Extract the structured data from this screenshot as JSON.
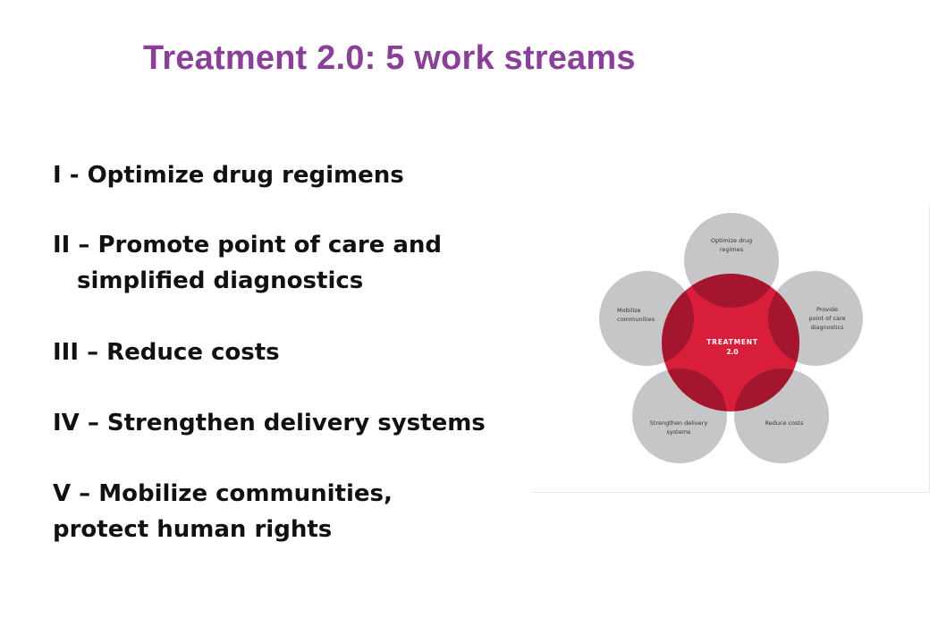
{
  "slide": {
    "title": "Treatment 2.0: 5 work streams",
    "items": [
      {
        "label": "I - Optimize drug regimens"
      },
      {
        "label": "II – Promote point of care and",
        "continuation": "simplified diagnostics"
      },
      {
        "label": "III – Reduce costs"
      },
      {
        "label": "IV – Strengthen delivery systems"
      },
      {
        "label": "V – Mobilize communities,",
        "continuation": "protect human rights"
      }
    ]
  },
  "diagram": {
    "center": {
      "line1": "TREATMENT",
      "line2": "2.0"
    },
    "petals": {
      "top": {
        "line1": "Optimize drug",
        "line2": "regimes"
      },
      "right": {
        "line1": "Provide",
        "line2": "point of care",
        "line3": "diagnostics"
      },
      "bottom_right": {
        "line1": "Reduce costs"
      },
      "bottom_left": {
        "line1": "Strengthen delivery",
        "line2": "systems"
      },
      "left": {
        "line1": "Mobilize",
        "line2": "communities"
      }
    },
    "colors": {
      "petal": "#c6c6c8",
      "center": "#d81e3b",
      "overlap": "#a3162d",
      "title": "#8a3f98"
    }
  }
}
